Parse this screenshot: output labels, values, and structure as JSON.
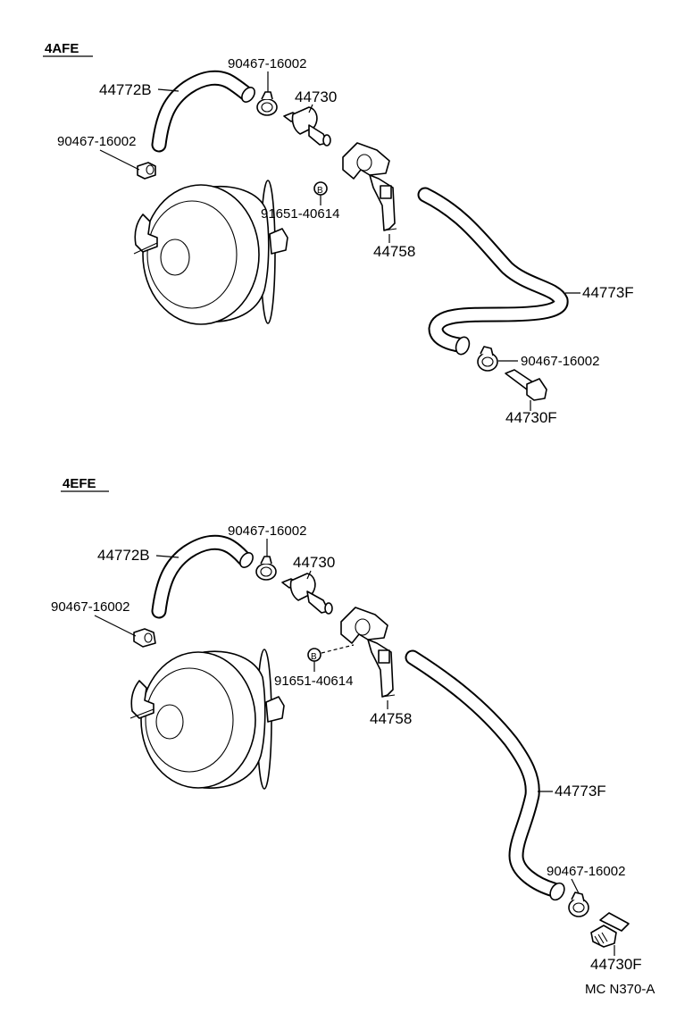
{
  "sections": [
    {
      "title": "4AFE",
      "labels": {
        "hose_upper": "44772B",
        "clamp_top": "90467-16002",
        "valve": "44730",
        "clamp_left": "90467-16002",
        "bolt_mark": "B",
        "bolt": "91651-40614",
        "bracket": "44758",
        "hose_lower": "44773F",
        "clamp_lower": "90467-16002",
        "union": "44730F"
      }
    },
    {
      "title": "4EFE",
      "labels": {
        "hose_upper": "44772B",
        "clamp_top": "90467-16002",
        "valve": "44730",
        "clamp_left": "90467-16002",
        "bolt_mark": "B",
        "bolt": "91651-40614",
        "bracket": "44758",
        "hose_lower": "44773F",
        "clamp_lower": "90467-16002",
        "union": "44730F"
      }
    }
  ],
  "footer": "MC N370-A"
}
